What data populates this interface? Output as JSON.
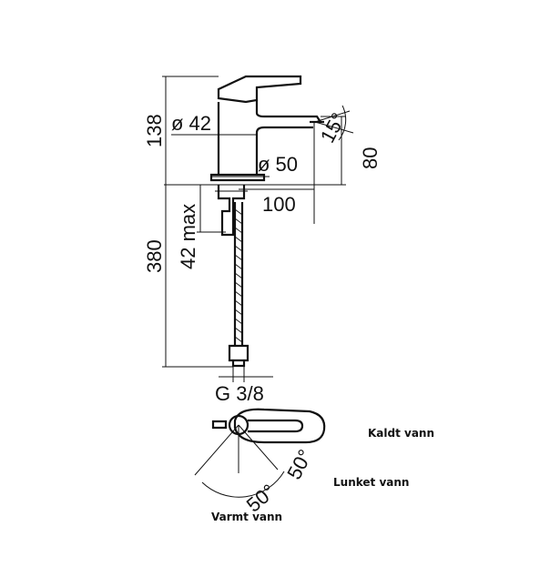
{
  "dimensions": {
    "height_total": "138",
    "body_diameter": "ø 42",
    "spout_angle": "15°",
    "base_diameter": "ø 50",
    "spout_height": "80",
    "reach": "100",
    "max_deck_thickness": "42 max",
    "hose_length": "380",
    "connection": "G 3/8",
    "lever_angle_warm": "50°",
    "lever_angle_cold": "50°"
  },
  "labels": {
    "cold": "Kaldt vann",
    "lukewarm": "Lunket vann",
    "warm": "Varmt vann"
  }
}
